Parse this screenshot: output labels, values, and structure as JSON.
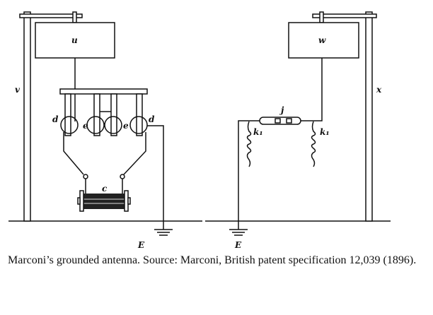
{
  "figure": {
    "transmitter_labels": {
      "aerial_plate": "u",
      "mast": "v",
      "ball_left": "d",
      "ball_right": "d",
      "inner_left": "e",
      "inner_right": "e",
      "coil": "c",
      "earth": "E"
    },
    "receiver_labels": {
      "aerial_plate": "w",
      "mast": "x",
      "coherer": "j",
      "choke_left": "k₁",
      "choke_right": "k₁",
      "earth": "E"
    }
  },
  "caption": "Marconi’s grounded antenna. Source: Marconi, British patent specification 12,039 (1896)."
}
